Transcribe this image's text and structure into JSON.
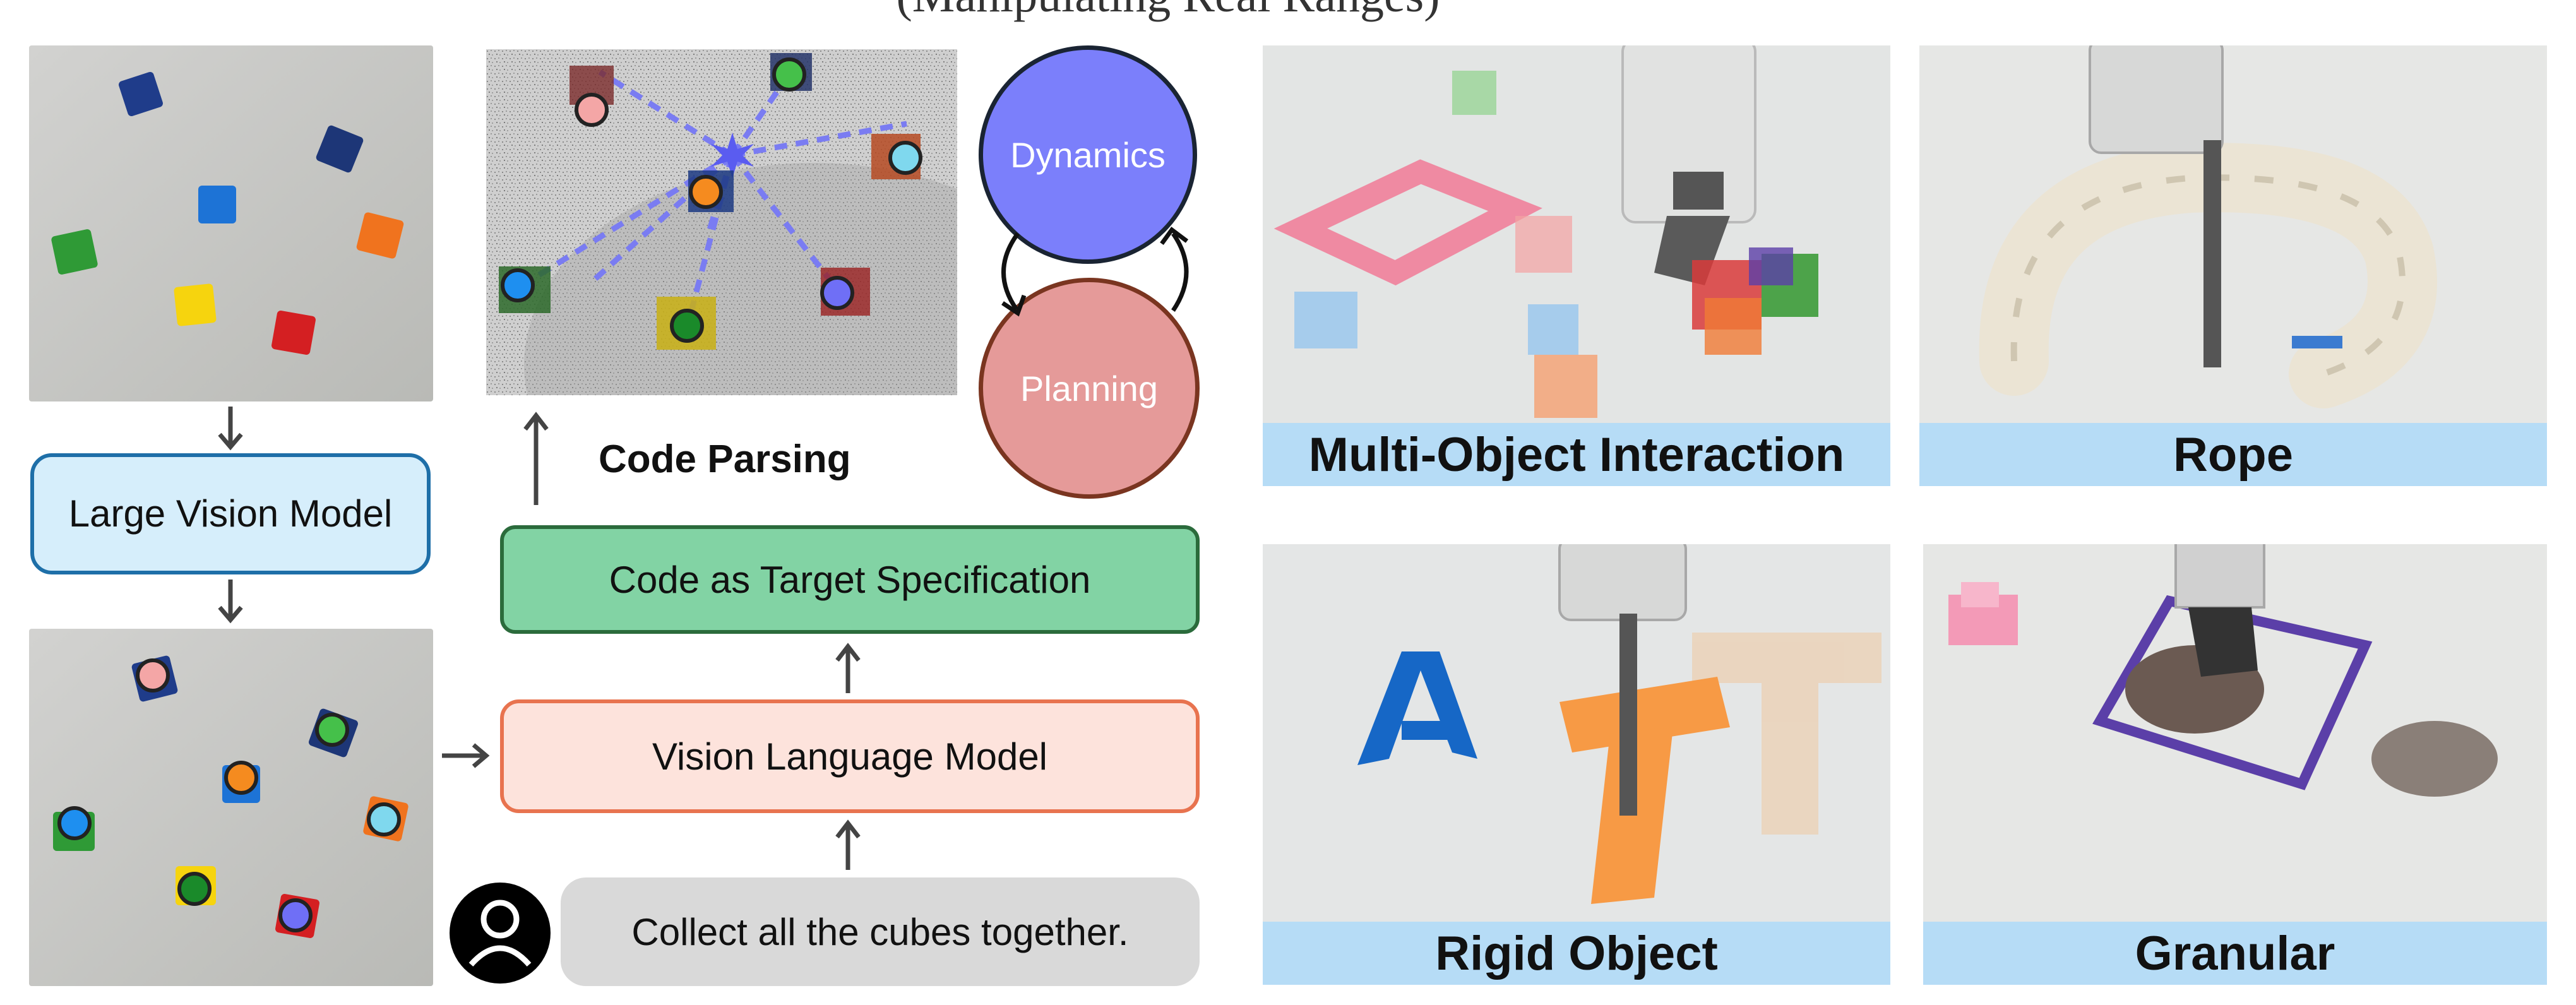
{
  "top_title": "(Manipulating Real Ranges)",
  "left": {
    "lvm_label": "Large Vision Model"
  },
  "center": {
    "code_parsing": "Code Parsing",
    "code_target": "Code as Target Specification",
    "vlm": "Vision Language Model",
    "instruction": "Collect all the cubes together."
  },
  "cycle": {
    "dynamics": "Dynamics",
    "planning": "Planning"
  },
  "captions": {
    "multi_object": "Multi-Object Interaction",
    "rope": "Rope",
    "rigid": "Rigid Object",
    "granular": "Granular"
  },
  "colors": {
    "lvm_fill": "#d6eefb",
    "lvm_border": "#1e6fa8",
    "code_fill": "#82d3a4",
    "code_border": "#2b6b3c",
    "vlm_fill": "#fde3dc",
    "vlm_border": "#e8734f",
    "instruction_fill": "#d9d9d9",
    "dynamics_fill": "#7b7ffb",
    "dynamics_border": "#1a2433",
    "planning_fill": "#e59a99",
    "planning_border": "#7a3520",
    "caption_fill": "#b6dcf6",
    "arrow": "#444444"
  }
}
